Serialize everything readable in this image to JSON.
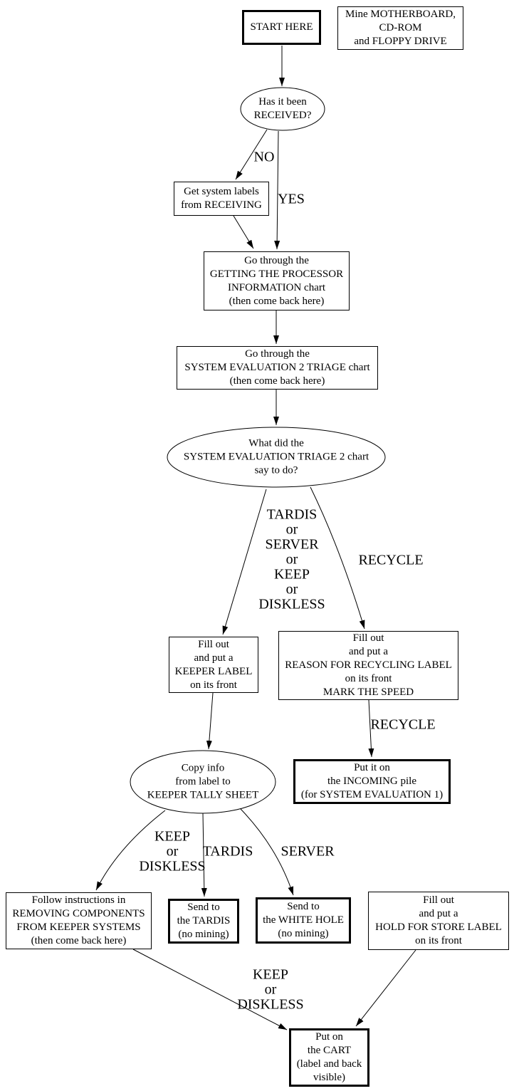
{
  "diagram": {
    "description": "Computer recycling triage flowchart",
    "colors": {
      "ink": "#000000",
      "background": "#ffffff"
    },
    "nodes": {
      "start": {
        "text": "START HERE",
        "shape": "rect",
        "emphasis": "bold"
      },
      "mine_note": {
        "text": "Mine MOTHERBOARD,\nCD-ROM\nand FLOPPY DRIVE",
        "shape": "rect",
        "emphasis": "normal"
      },
      "received": {
        "text": "Has it been\nRECEIVED?",
        "shape": "ellipse"
      },
      "get_labels": {
        "text": "Get system labels\nfrom RECEIVING",
        "shape": "rect",
        "emphasis": "normal"
      },
      "processor_chart": {
        "text": "Go through the\nGETTING THE PROCESSOR\nINFORMATION chart\n(then come back here)",
        "shape": "rect",
        "emphasis": "normal"
      },
      "triage_chart": {
        "text": "Go through the\nSYSTEM EVALUATION 2 TRIAGE chart\n(then come back here)",
        "shape": "rect",
        "emphasis": "normal"
      },
      "what_did": {
        "text": "What did the\nSYSTEM EVALUATION TRIAGE 2 chart\nsay to do?",
        "shape": "ellipse"
      },
      "keeper_label": {
        "text": "Fill out\nand put a\nKEEPER LABEL\non its front",
        "shape": "rect",
        "emphasis": "normal"
      },
      "recycling_label": {
        "text": "Fill out\nand put a\nREASON FOR RECYCLING LABEL\non its front\nMARK THE SPEED",
        "shape": "rect",
        "emphasis": "normal"
      },
      "copy_info": {
        "text": "Copy info\nfrom label to\nKEEPER TALLY SHEET",
        "shape": "ellipse"
      },
      "incoming_pile": {
        "text": "Put it on\nthe INCOMING pile\n(for SYSTEM EVALUATION 1)",
        "shape": "rect",
        "emphasis": "bold"
      },
      "removing_components": {
        "text": "Follow instructions in\nREMOVING COMPONENTS\nFROM KEEPER SYSTEMS\n(then come back here)",
        "shape": "rect",
        "emphasis": "normal"
      },
      "send_tardis": {
        "text": "Send to\nthe TARDIS\n(no mining)",
        "shape": "rect",
        "emphasis": "bold"
      },
      "send_white_hole": {
        "text": "Send to\nthe WHITE HOLE\n(no mining)",
        "shape": "rect",
        "emphasis": "bold"
      },
      "hold_for_store": {
        "text": "Fill out\nand put a\nHOLD FOR STORE LABEL\non its front",
        "shape": "rect",
        "emphasis": "normal"
      },
      "cart": {
        "text": "Put on\nthe CART\n(label and back\nvisible)",
        "shape": "rect",
        "emphasis": "bold"
      }
    },
    "edge_labels": {
      "no": "NO",
      "yes": "YES",
      "tardis_server_keep_diskless": "TARDIS\nor\nSERVER\nor\nKEEP\nor\nDISKLESS",
      "recycle_upper": "RECYCLE",
      "recycle_lower": "RECYCLE",
      "keep_or_diskless_mid": "KEEP\nor\nDISKLESS",
      "tardis_mid": "TARDIS",
      "server_mid": "SERVER",
      "keep_or_diskless_bottom": "KEEP\nor\nDISKLESS"
    }
  }
}
